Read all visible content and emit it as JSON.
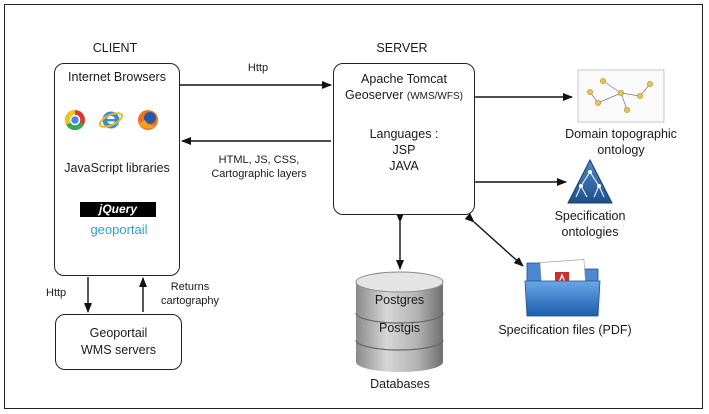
{
  "client": {
    "heading": "CLIENT",
    "browsers_label": "Internet Browsers",
    "libraries_label": "JavaScript libraries",
    "jquery_logo": "jQuery",
    "geoportail_logo": "geoportail"
  },
  "server": {
    "heading": "SERVER",
    "line1": "Apache Tomcat",
    "line2_main": "Geoserver",
    "line2_sub": "(WMS/WFS)",
    "languages_label": "Languages :",
    "lang1": "JSP",
    "lang2": "JAVA"
  },
  "wms": {
    "line1": "Geoportail",
    "line2": "WMS servers"
  },
  "edges": {
    "client_to_server": "Http",
    "server_to_client": "HTML, JS, CSS, Cartographic layers",
    "client_to_wms": "Http",
    "wms_to_client": "Returns cartography"
  },
  "database": {
    "label": "Databases",
    "layer1": "Postgres",
    "layer2": "Postgis"
  },
  "ontologies": {
    "domain": "Domain topographic ontology",
    "specification": "Specification ontologies"
  },
  "files": {
    "label": "Specification files (PDF)"
  }
}
